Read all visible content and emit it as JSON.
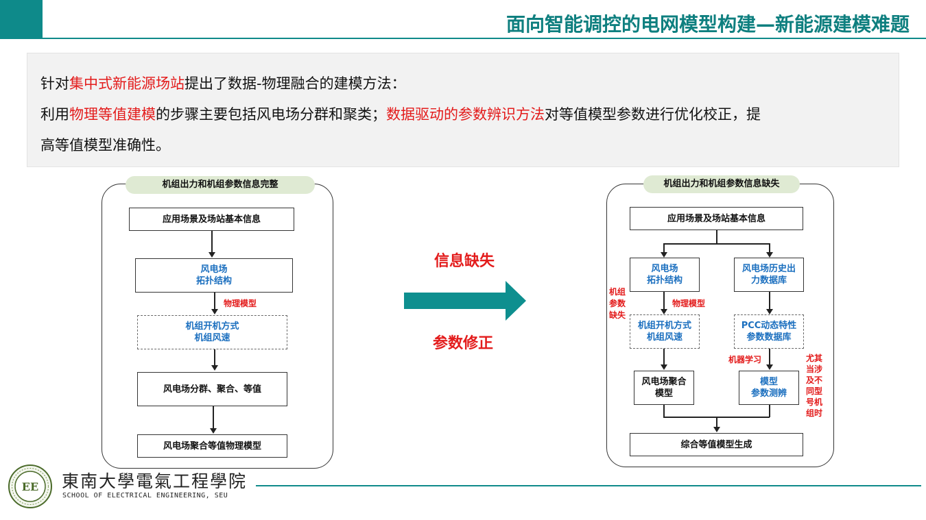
{
  "header": {
    "title": "面向智能调控的电网模型构建—新能源建模难题"
  },
  "intro": {
    "line1": [
      {
        "text": "针对",
        "highlight": false
      },
      {
        "text": "集中式新能源场站",
        "highlight": true
      },
      {
        "text": "提出了数据-物理融合的建模方法：",
        "highlight": false
      }
    ],
    "line2": [
      {
        "text": "利用",
        "highlight": false
      },
      {
        "text": "物理等值建模",
        "highlight": true
      },
      {
        "text": "的步骤主要包括风电场分群和聚类；",
        "highlight": false
      },
      {
        "text": "数据驱动的参数辨识方法",
        "highlight": true
      },
      {
        "text": "对等值模型参数进行优化校正，提",
        "highlight": false
      }
    ],
    "line3": [
      {
        "text": "高等值模型准确性。",
        "highlight": false
      }
    ]
  },
  "left_panel": {
    "title": "机组出力和机组参数信息完整",
    "step1": "应用场景及场站基本信息",
    "step2": "风电场\n拓扑结构",
    "step2_edge_label": "物理模型",
    "step3": "机组开机方式\n机组风速",
    "step4": "风电场分群、聚合、等值",
    "step5": "风电场聚合等值物理模型"
  },
  "middle": {
    "top_label": "信息缺失",
    "bottom_label": "参数修正",
    "arrow_color": "#0e8f8f"
  },
  "right_panel": {
    "title": "机组出力和机组参数信息缺失",
    "top": "应用场景及场站基本信息",
    "left_col": {
      "box1": "风电场\n拓扑结构",
      "edge_label": "物理模型",
      "box2": "机组开机方式\n机组风速",
      "box3": "风电场聚合\n模型",
      "side_note": "机组\n参数\n缺失"
    },
    "right_col": {
      "box1": "风电场历史出\n力数据库",
      "box2": "PCC动态特性\n参数数据库",
      "edge_label": "机器学习",
      "box3": "模型\n参数测辨",
      "side_note": "尤其\n当涉\n及不\n同型\n号机\n组时"
    },
    "bottom": "综合等值模型生成"
  },
  "footer": {
    "school_cn": "東南大學電氣工程學院",
    "school_en": "SCHOOL OF ELECTRICAL ENGINEERING, SEU",
    "logo_text": "EE"
  },
  "colors": {
    "brand_teal": "#0e8a8a",
    "highlight_red": "#e31b1b",
    "label_blue": "#1b6fbf",
    "pill_green": "#dfead3"
  }
}
